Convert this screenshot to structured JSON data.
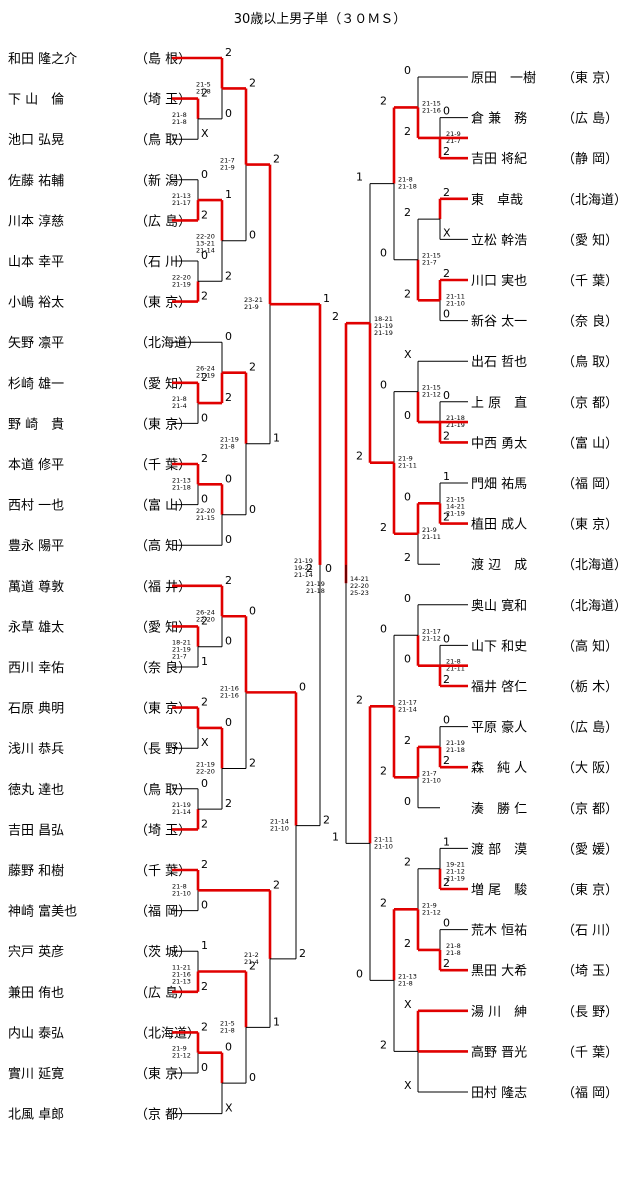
{
  "title": "30歳以上男子単（３０ＭＳ）",
  "left_players": [
    {
      "name": "和田 隆之介",
      "pref": "島 根"
    },
    {
      "name": "下 山　倫",
      "pref": "埼 玉"
    },
    {
      "name": "池口 弘晃",
      "pref": "鳥 取"
    },
    {
      "name": "佐藤 祐輔",
      "pref": "新 潟"
    },
    {
      "name": "川本 淳慈",
      "pref": "広 島"
    },
    {
      "name": "山本 幸平",
      "pref": "石 川"
    },
    {
      "name": "小嶋 裕太",
      "pref": "東 京"
    },
    {
      "name": "矢野 凛平",
      "pref": "北海道"
    },
    {
      "name": "杉崎 雄一",
      "pref": "愛 知"
    },
    {
      "name": "野 崎　貴",
      "pref": "東 京"
    },
    {
      "name": "本道 修平",
      "pref": "千 葉"
    },
    {
      "name": "西村 一也",
      "pref": "富 山"
    },
    {
      "name": "豊永 陽平",
      "pref": "高 知"
    },
    {
      "name": "萬道 尊敦",
      "pref": "福 井"
    },
    {
      "name": "永草 雄太",
      "pref": "愛 知"
    },
    {
      "name": "西川 幸佑",
      "pref": "奈 良"
    },
    {
      "name": "石原 典明",
      "pref": "東 京"
    },
    {
      "name": "浅川 恭兵",
      "pref": "長 野"
    },
    {
      "name": "徳丸 達也",
      "pref": "鳥 取"
    },
    {
      "name": "吉田 昌弘",
      "pref": "埼 玉"
    },
    {
      "name": "藤野 和樹",
      "pref": "千 葉"
    },
    {
      "name": "神崎 富美也",
      "pref": "福 岡"
    },
    {
      "name": "宍戸 英彦",
      "pref": "茨 城"
    },
    {
      "name": "兼田 侑也",
      "pref": "広 島"
    },
    {
      "name": "内山 泰弘",
      "pref": "北海道"
    },
    {
      "name": "實川 延寛",
      "pref": "東 京"
    },
    {
      "name": "北風 卓郎",
      "pref": "京 都"
    }
  ],
  "right_players": [
    {
      "name": "原田　一樹",
      "pref": "東 京"
    },
    {
      "name": "倉 兼　務",
      "pref": "広 島"
    },
    {
      "name": "吉田 将紀",
      "pref": "静 岡"
    },
    {
      "name": "東　卓哉",
      "pref": "北海道"
    },
    {
      "name": "立松 幹浩",
      "pref": "愛 知"
    },
    {
      "name": "川口 実也",
      "pref": "千 葉"
    },
    {
      "name": "新谷 太一",
      "pref": "奈 良"
    },
    {
      "name": "出石 哲也",
      "pref": "鳥 取"
    },
    {
      "name": "上 原　直",
      "pref": "京 都"
    },
    {
      "name": "中西 勇太",
      "pref": "富 山"
    },
    {
      "name": "門畑 祐馬",
      "pref": "福 岡"
    },
    {
      "name": "植田 成人",
      "pref": "東 京"
    },
    {
      "name": "渡 辺　成",
      "pref": "北海道"
    },
    {
      "name": "奥山 寛和",
      "pref": "北海道"
    },
    {
      "name": "山下 和史",
      "pref": "高 知"
    },
    {
      "name": "福井 啓仁",
      "pref": "栃 木"
    },
    {
      "name": "平原 豪人",
      "pref": "広 島"
    },
    {
      "name": "森　純 人",
      "pref": "大 阪"
    },
    {
      "name": "湊　勝 仁",
      "pref": "京 都"
    },
    {
      "name": "渡 部　漠",
      "pref": "愛 媛"
    },
    {
      "name": "増 尾　駿",
      "pref": "東 京"
    },
    {
      "name": "荒木 恒祐",
      "pref": "石 川"
    },
    {
      "name": "黒田 大希",
      "pref": "埼 玉"
    },
    {
      "name": "湯 川　紳",
      "pref": "長 野"
    },
    {
      "name": "高野 晋光",
      "pref": "千 葉"
    },
    {
      "name": "田村 隆志",
      "pref": "福 岡"
    }
  ],
  "left_tree": {
    "w": {
      "w": {
        "w": {
          "w": {
            "w": [
              0
            ],
            "l": {
              "w": [
                1
              ],
              "l": [
                2
              ],
              "wa": "2",
              "la": "X",
              "sets": [
                "21-8",
                "21-8"
              ],
              "ws": "0"
            },
            "wa": "2",
            "la": "0",
            "sets": [
              "21-5",
              "21-8"
            ]
          },
          "l": {
            "w": {
              "w": [
                4
              ],
              "l": [
                3
              ],
              "wa": "2",
              "la": "0",
              "sets": [
                "21-13",
                "21-17"
              ],
              "ws": "1"
            },
            "l": {
              "w": [
                6
              ],
              "l": [
                5
              ],
              "wa": "2",
              "la": "0",
              "sets": [
                "22-20",
                "21-19"
              ],
              "ws": "2"
            },
            "wa": "1",
            "la": "2",
            "sets": [
              "22-20",
              "13-21",
              "21-14"
            ],
            "ws": "2"
          },
          "wa": "2",
          "la": "0",
          "sets": [
            "21-7",
            "21-9"
          ],
          "ws": "2"
        },
        "l": {
          "w": {
            "w": {
              "w": [
                8
              ],
              "l": [
                9
              ],
              "wa": "2",
              "la": "0",
              "sets": [
                "21-8",
                "21-4"
              ],
              "ws": "2"
            },
            "l": [
              7
            ],
            "wa": "2",
            "la": "0",
            "sets": [
              "26-24",
              "21-19"
            ],
            "ws": "2"
          },
          "l": {
            "w": {
              "w": [
                10
              ],
              "l": [
                11
              ],
              "wa": "2",
              "la": "0",
              "sets": [
                "21-13",
                "21-18"
              ],
              "ws": "2"
            },
            "l": [
              12
            ],
            "wa": "0",
            "la": "0",
            "sets": [
              "22-20",
              "21-15"
            ],
            "ws": "0"
          },
          "wa": "2",
          "la": "0",
          "sets": [
            "21-19",
            "21-8"
          ],
          "ws": "0"
        },
        "wa": "2",
        "la": "1",
        "sets": [
          "23-21",
          "21-9"
        ],
        "ws": "1"
      },
      "l": {
        "w": {
          "w": {
            "w": [
              13
            ],
            "l": {
              "w": [
                14
              ],
              "l": [
                15
              ],
              "wa": "2",
              "la": "1",
              "sets": [
                "18-21",
                "21-19",
                "21-7"
              ],
              "ws": "0"
            },
            "wa": "2",
            "la": "0",
            "sets": [
              "26-24",
              "22-20"
            ],
            "ws": "0"
          },
          "l": {
            "w": {
              "w": [
                16
              ],
              "l": [
                17
              ],
              "wa": "2",
              "la": "X",
              "sets": [],
              "ws": "0"
            },
            "l": {
              "w": [
                19
              ],
              "l": [
                18
              ],
              "wa": "2",
              "la": "0",
              "sets": [
                "21-19",
                "21-14"
              ],
              "ws": "2"
            },
            "wa": "0",
            "la": "2",
            "sets": [
              "21-19",
              "22-20"
            ],
            "ws": "2"
          },
          "wa": "0",
          "la": "2",
          "sets": [
            "21-16",
            "21-16"
          ],
          "ws": "0"
        },
        "l": {
          "w": {
            "w": [
              20
            ],
            "l": [
              21
            ],
            "wa": "2",
            "la": "0",
            "sets": [
              "21-8",
              "21-10"
            ],
            "ws": "2"
          },
          "l": {
            "w": {
              "w": [
                23
              ],
              "l": [
                22
              ],
              "wa": "2",
              "la": "1",
              "sets": [
                "11-21",
                "21-16",
                "21-13"
              ],
              "ws": "2"
            },
            "l": {
              "w": {
                "w": [
                  24
                ],
                "l": [
                  25
                ],
                "wa": "2",
                "la": "0",
                "sets": [
                  "21-9",
                  "21-12"
                ],
                "ws": "0"
              },
              "l": [
                26
              ],
              "wa": "0",
              "la": "X",
              "sets": [],
              "ws": "0"
            },
            "wa": "2",
            "la": "0",
            "sets": [
              "21-5",
              "21-8"
            ],
            "ws": "2"
          },
          "wa": "2",
          "la": "1",
          "sets": [
            "21-2",
            "21-4"
          ],
          "ws": "2"
        },
        "wa": "0",
        "la": "2",
        "sets": [
          "21-14",
          "21-10"
        ],
        "ws": "2"
      },
      "wa": "1",
      "la": "2",
      "sets": [
        "21-19",
        "19-21",
        "21-14"
      ],
      "ws": "2"
    }
  },
  "final": {
    "left_score": "2",
    "right_score": "0",
    "sets": [
      "21-19",
      "21-18"
    ]
  },
  "right_semi": {
    "sets": [
      "14-21",
      "22-20",
      "25-23"
    ],
    "top_score": "2",
    "bottom_score": "1"
  },
  "right_q": [
    {
      "sets": [
        "18-21",
        "21-19",
        "21-19"
      ],
      "top_score": "1",
      "bottom_score": "2"
    },
    {
      "sets": [
        "21-11",
        "21-10"
      ],
      "top_score": "2",
      "bottom_score": "0"
    }
  ],
  "right_r16": [
    {
      "sets": [
        "21-8",
        "21-18"
      ],
      "top": "2",
      "bottom": "0"
    },
    {
      "sets": [
        "21-9",
        "21-11"
      ],
      "top": "0",
      "bottom": "2"
    },
    {
      "sets": [
        "21-17",
        "21-14"
      ],
      "top": "0",
      "bottom": "2"
    },
    {
      "sets": [
        "21-13",
        "21-8"
      ],
      "top": "2",
      "bottom": "2"
    }
  ],
  "right_r32": [
    {
      "sets": [
        "21-15",
        "21-16"
      ],
      "a": "0",
      "b": "2"
    },
    {
      "sets": [
        "21-15",
        "21-7"
      ],
      "a": "2",
      "b": "2"
    },
    {
      "sets": [
        "21-15",
        "21-12"
      ],
      "a": "X",
      "b": "0"
    },
    {
      "sets": [
        "21-9",
        "21-11"
      ],
      "a": "0",
      "b": "2"
    },
    {
      "sets": [
        "21-17",
        "21-12"
      ],
      "a": "0",
      "b": "0"
    },
    {
      "sets": [
        "21-7",
        "21-10"
      ],
      "a": "2",
      "b": "0"
    },
    {
      "sets": [
        "21-9",
        "21-12"
      ],
      "a": "2",
      "b": "2"
    },
    {
      "sets": [],
      "a": "X",
      "b": "X"
    }
  ],
  "right_r64": [
    {
      "sets": [
        "21-9",
        "21-7"
      ],
      "a": "0",
      "b": "2"
    },
    {
      "sets": [],
      "a": "2",
      "b": "X"
    },
    {
      "sets": [
        "21-11",
        "21-10"
      ],
      "a": "2",
      "b": "0"
    },
    {
      "sets": [
        "21-18",
        "21-19"
      ],
      "a": "0",
      "b": "2"
    },
    {
      "sets": [
        "21-15",
        "14-21",
        "21-19"
      ],
      "a": "1",
      "b": "2"
    },
    {
      "sets": [
        "21-8",
        "21-11"
      ],
      "a": "0",
      "b": "2"
    },
    {
      "sets": [
        "21-19",
        "21-18"
      ],
      "a": "0",
      "b": "2"
    },
    {
      "sets": [
        "19-21",
        "21-12",
        "21-19"
      ],
      "a": "1",
      "b": "2"
    },
    {
      "sets": [
        "21-8",
        "21-8"
      ],
      "a": "0",
      "b": "2"
    }
  ]
}
